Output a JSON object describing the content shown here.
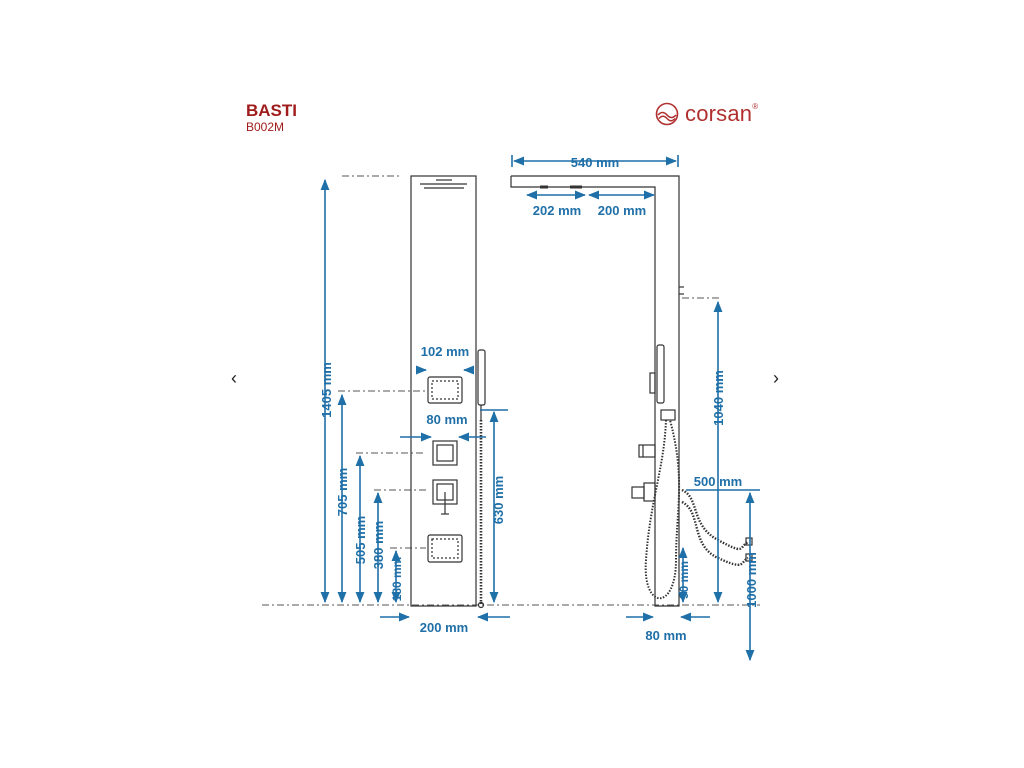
{
  "product": {
    "name": "BASTI",
    "code": "B002M"
  },
  "brand": {
    "name": "corsan",
    "mark": "®"
  },
  "nav": {
    "prev": "‹",
    "next": "›"
  },
  "colors": {
    "dimension": "#1f6fa8",
    "title": "#a01c1c",
    "logo": "#b03030",
    "outline": "#333333"
  },
  "dimensions": {
    "front": {
      "total_height": "1405 mm",
      "jet_upper_height": "705 mm",
      "control_height": "505 mm",
      "jet_lower_height": "380 mm",
      "bottom_jet_height": "180 mm",
      "jet_width": "102 mm",
      "control_width": "80 mm",
      "hose_height": "630 mm",
      "panel_width": "200 mm"
    },
    "side": {
      "arm_length": "540 mm",
      "head_offset_1": "202 mm",
      "head_offset_2": "200 mm",
      "outlet_height": "1040 mm",
      "hose_reach": "500 mm",
      "hose_length": "1000 mm",
      "base_height": "90 mm",
      "panel_depth": "80 mm"
    }
  }
}
